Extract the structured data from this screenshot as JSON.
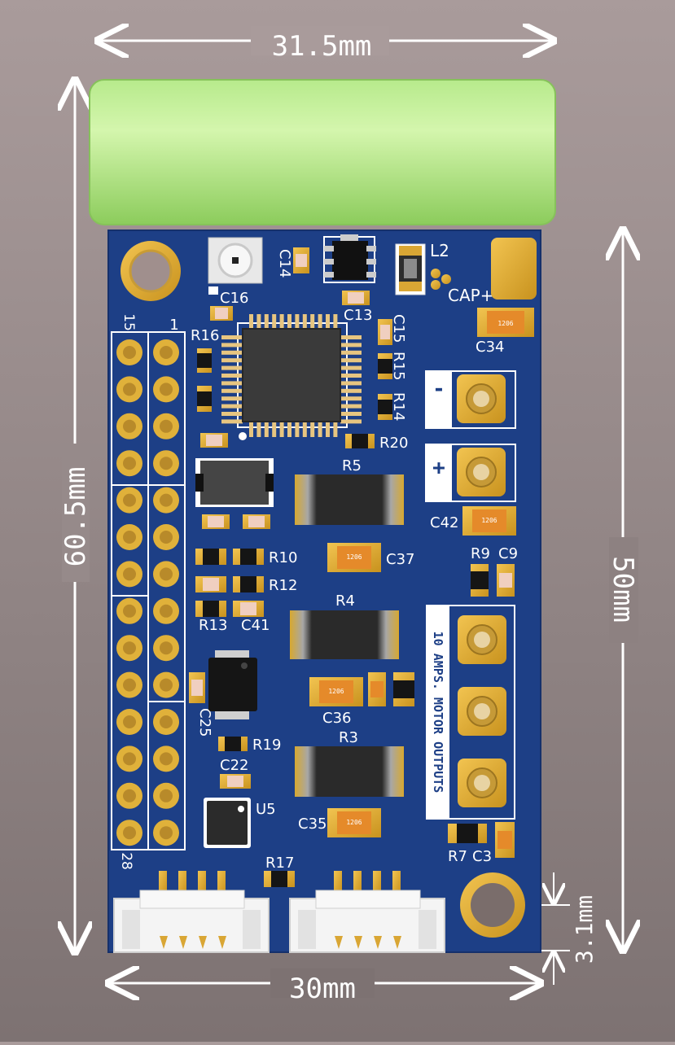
{
  "dimensions": {
    "top_width": "31.5mm",
    "left_height": "60.5mm",
    "right_height": "50mm",
    "bottom_width": "30mm",
    "hole_offset": "3.1mm"
  },
  "header": {
    "pin_left_top": "15",
    "pin_right_top": "1",
    "pin_bottom": "28"
  },
  "components": {
    "c14": "C14",
    "c16": "C16",
    "c13": "C13",
    "l2": "L2",
    "cap_plus": "CAP+",
    "c34": "C34",
    "r16": "R16",
    "c15": "C15",
    "r15": "R15",
    "r14": "R14",
    "r20": "R20",
    "r5": "R5",
    "c42": "C42",
    "r10": "R10",
    "r12": "R12",
    "c37": "C37",
    "r9": "R9",
    "c9": "C9",
    "r13": "R13",
    "c41": "C41",
    "r4": "R4",
    "c25": "C25",
    "c36": "C36",
    "r19": "R19",
    "r3": "R3",
    "c22": "C22",
    "u5": "U5",
    "c35": "C35",
    "r7": "R7",
    "c3": "C3",
    "r17": "R17"
  },
  "chip_marks": {
    "c34": "1206",
    "c42": "1206",
    "c37": "1206",
    "c36": "1206",
    "c35": "1206"
  },
  "terminals": {
    "minus": "-",
    "plus": "+"
  },
  "motor_label": "10 AMPS. MOTOR OUTPUTS",
  "colors": {
    "board": "#1d3f86",
    "capacitor": "#a9e07f",
    "pad_gold": "#e0b13a",
    "silkscreen": "#ffffff"
  }
}
